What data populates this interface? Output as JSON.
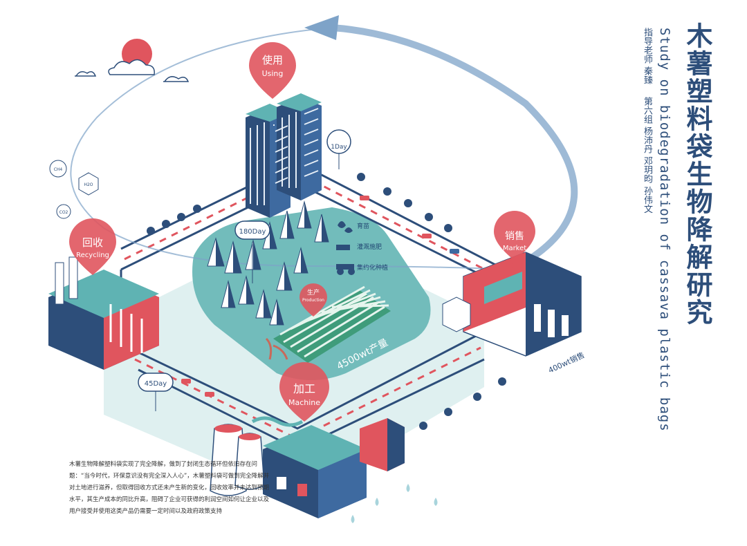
{
  "title": {
    "main": "木薯塑料袋生物降解研究",
    "english": "Study on biodegradation of cassava plastic bags",
    "advisor": "指导老师 秦臻",
    "group": "第六组 杨沛丹 邓玥昀 孙伟文"
  },
  "stages": {
    "using": {
      "zh": "使用",
      "en": "Using"
    },
    "market": {
      "zh": "销售",
      "en": "Market"
    },
    "recycling": {
      "zh": "回收",
      "en": "Recycling"
    },
    "machine": {
      "zh": "加工",
      "en": "Machine"
    },
    "production": {
      "zh": "生产",
      "en": "Production"
    }
  },
  "durations": {
    "using_days": "1Day",
    "recycle_days": "180Day",
    "machine_days": "45Day"
  },
  "production": {
    "output": "4500wt产量",
    "items": [
      "育苗",
      "灌溉施肥",
      "集约化种植"
    ]
  },
  "market_volume": "400wt销售",
  "molecules": [
    "CH4",
    "H2O",
    "CO2"
  ],
  "paragraph": "木薯生物降解塑料袋实现了完全降解，做到了封闭生态循环但依旧存在问题：“当今时代，环保意识没有完全深入人心”，木薯塑料袋可做到完全降解并对土地进行滋养，但取得回收方式还未产生新的变化，回收效率并未达到预期水平，其生产成本的同比升高，阻碍了企业可获得的利润空间如何让企业以及用户接受并使用这类产品仍需要一定时间以及政府政策支持",
  "colors": {
    "accent": "#e0555e",
    "navy": "#2d4e7a",
    "teal": "#5fb3b3",
    "pale": "#d3eaea",
    "ring": "#7ea3c8"
  }
}
